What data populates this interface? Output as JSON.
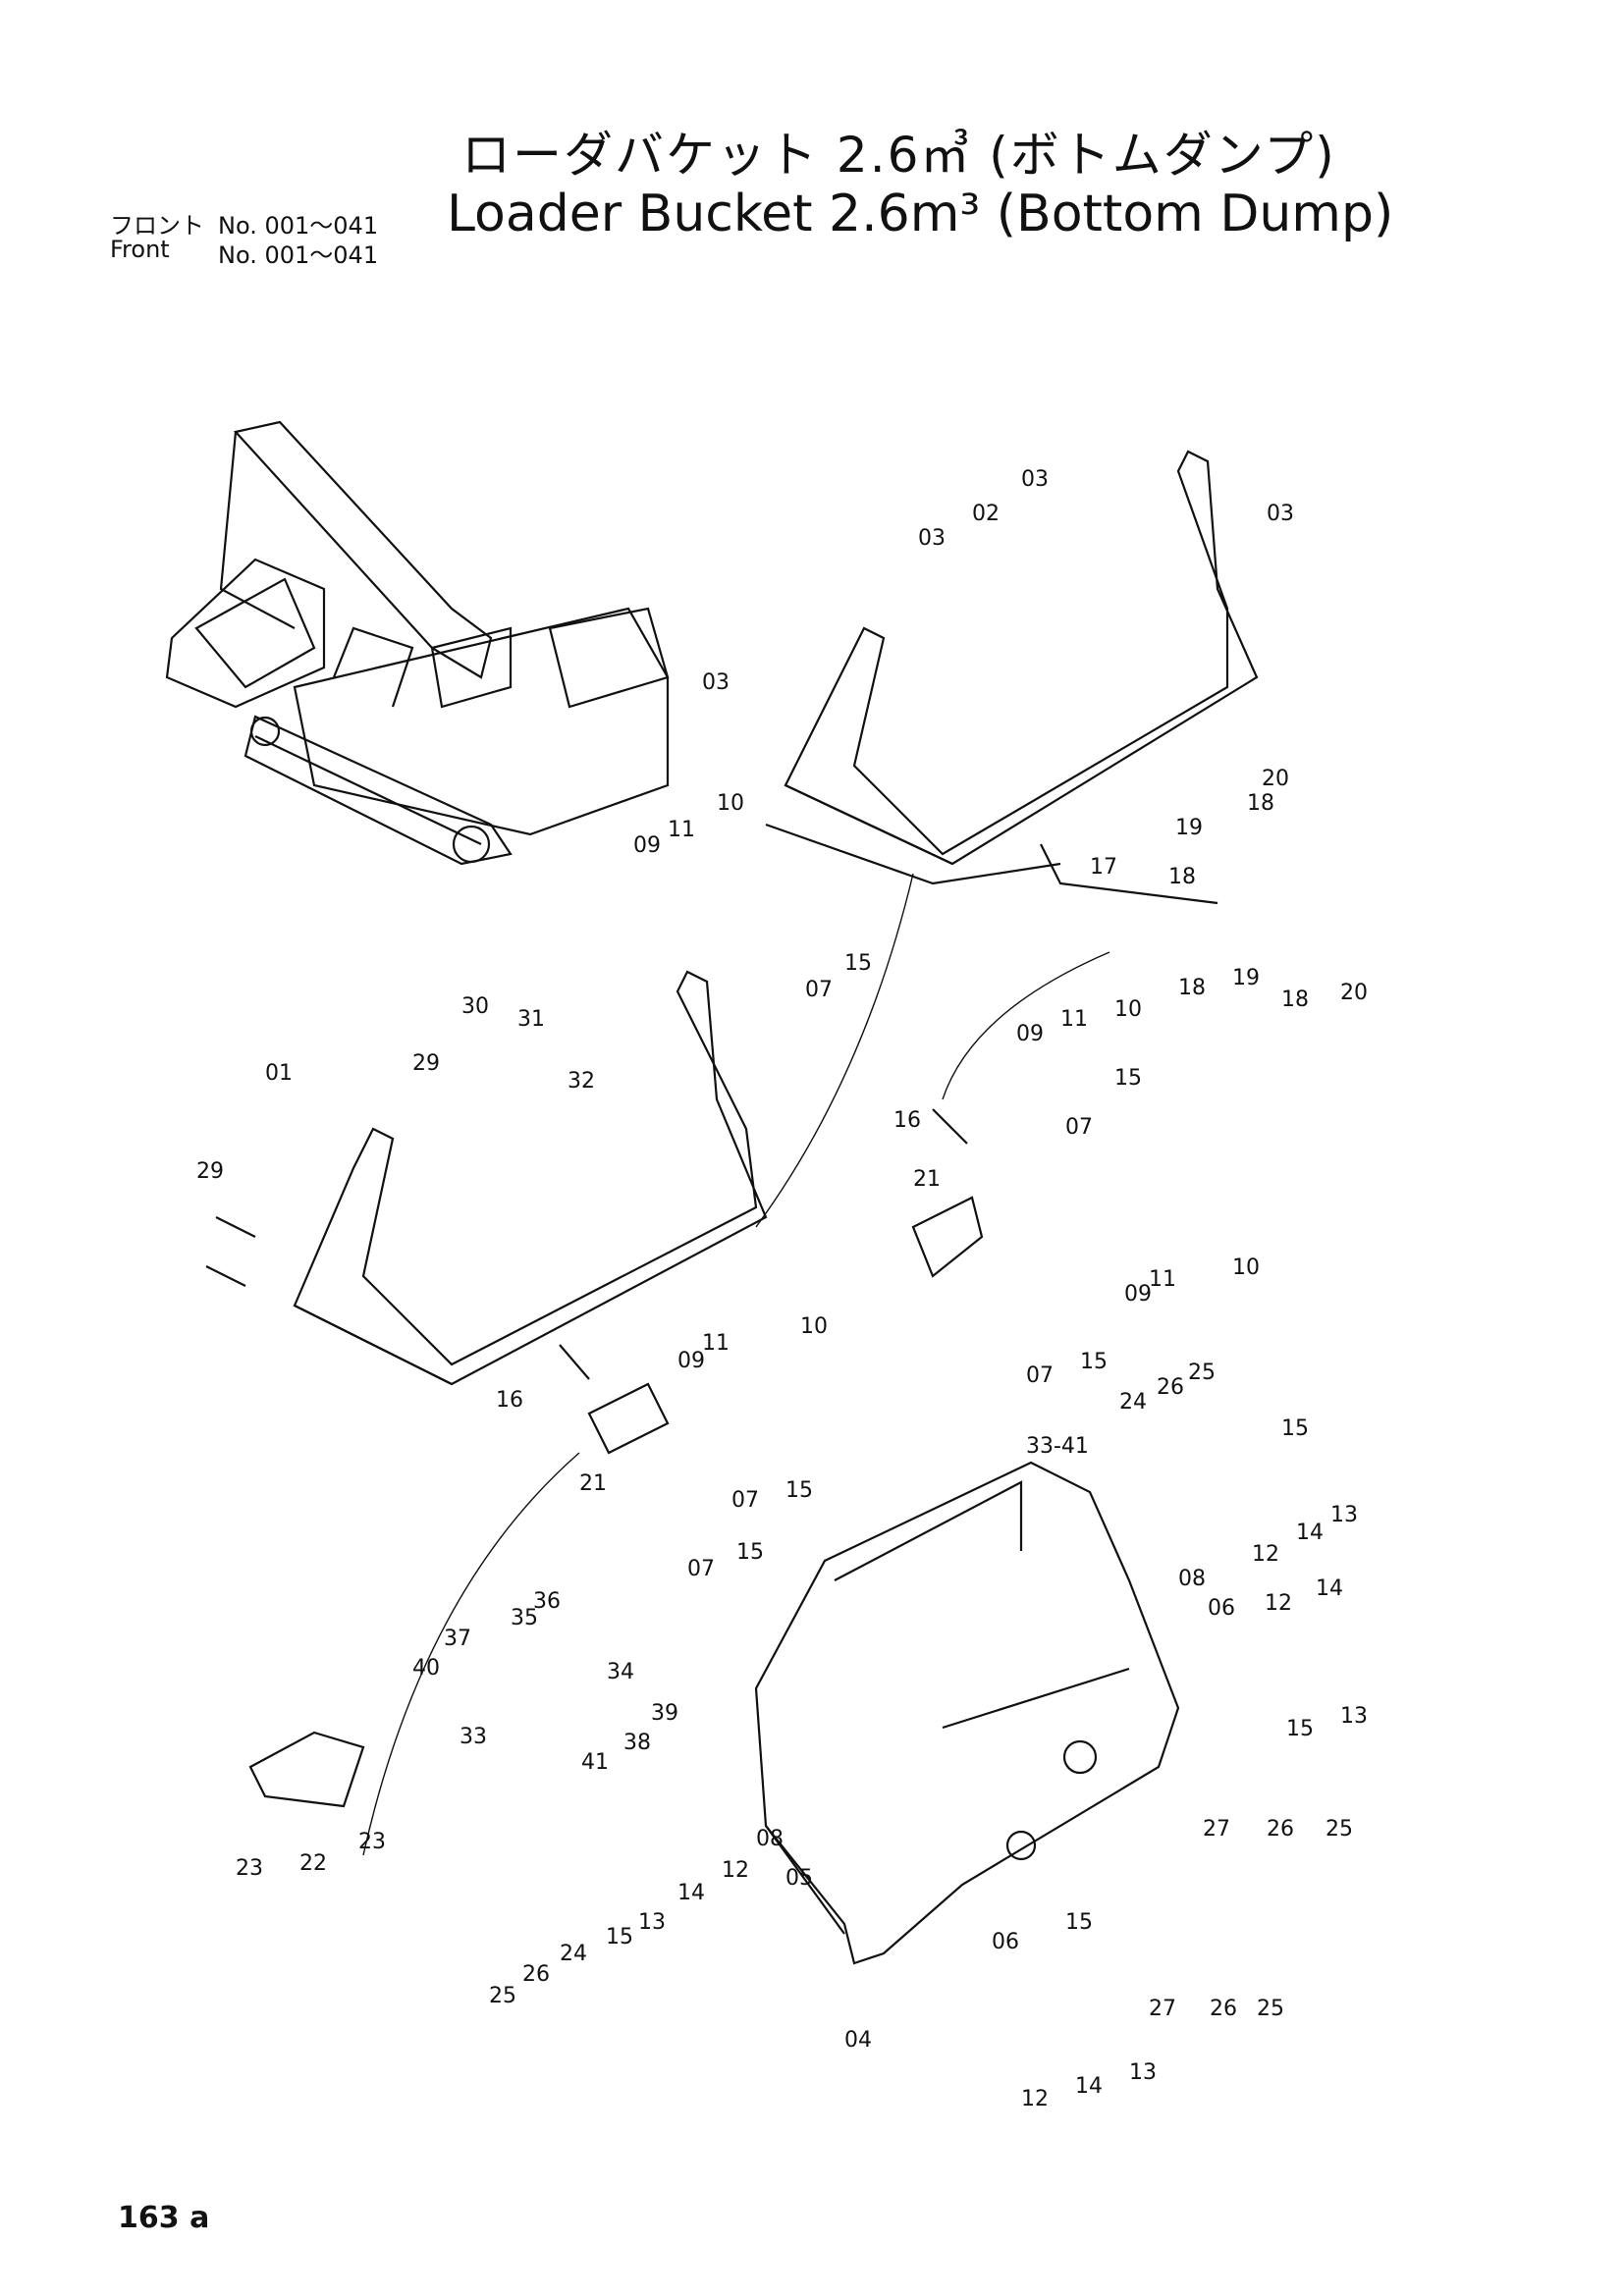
{
  "header": {
    "title_jp": "ローダバケット 2.6㎥ (ボトムダンプ)",
    "title_en": "Loader Bucket 2.6m³ (Bottom Dump)",
    "front_jp": "フロント",
    "front_en": "Front",
    "range_jp": "No. 001～041",
    "range_en": "No. 001～041"
  },
  "page_number": "163 a",
  "callouts": [
    "01",
    "02",
    "03",
    "04",
    "05",
    "06",
    "07",
    "08",
    "09",
    "10",
    "11",
    "12",
    "13",
    "14",
    "15",
    "16",
    "17",
    "18",
    "19",
    "20",
    "21",
    "22",
    "23",
    "24",
    "25",
    "26",
    "27",
    "29",
    "30",
    "31",
    "32",
    "33-41",
    "33",
    "34",
    "35",
    "36",
    "37",
    "38",
    "39",
    "40",
    "41"
  ]
}
